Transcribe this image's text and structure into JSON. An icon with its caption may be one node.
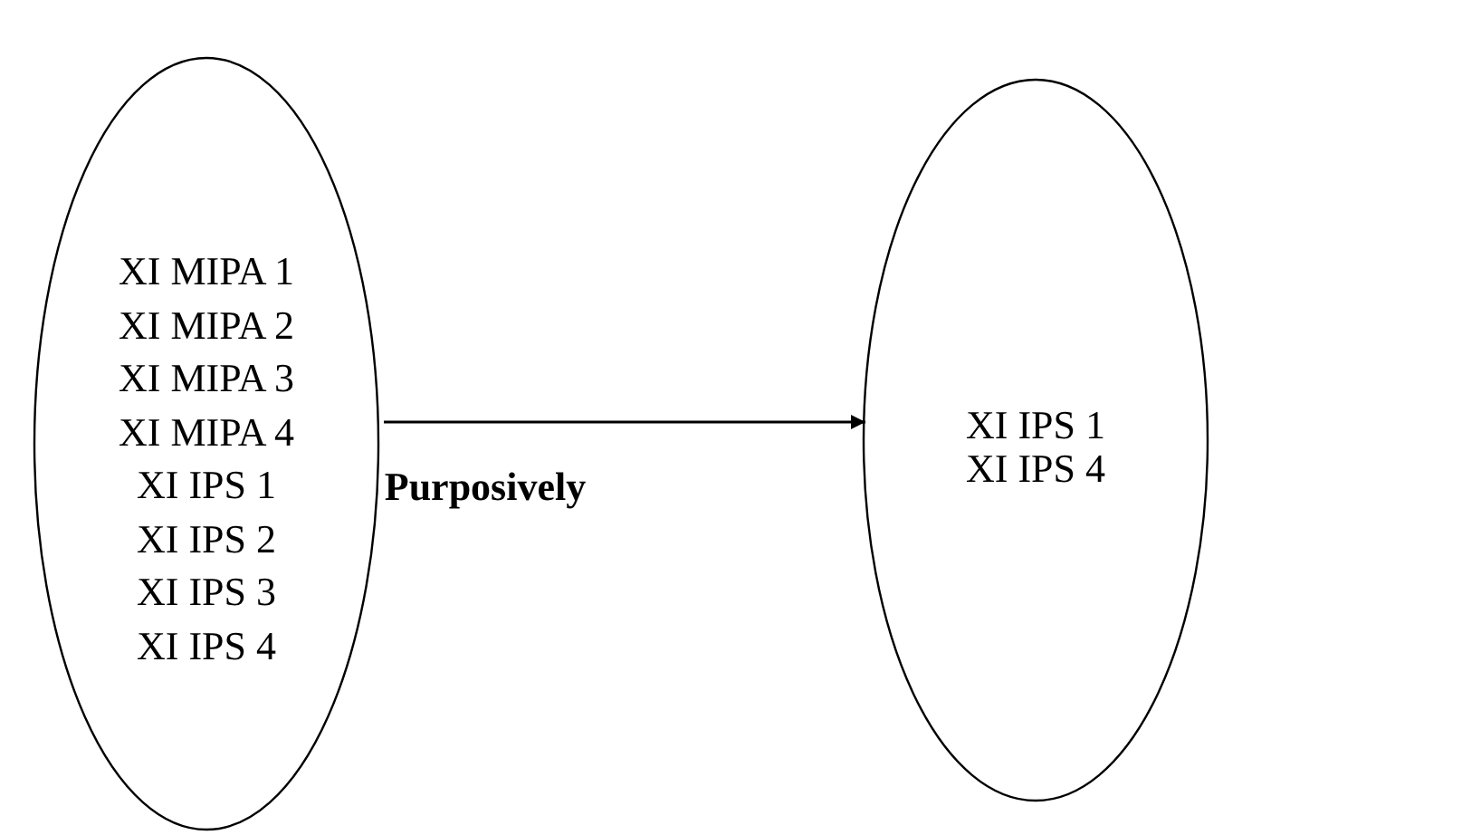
{
  "diagram": {
    "nodes": [
      {
        "text": [
          "XI MIPA 1",
          "XI MIPA 2",
          "XI MIPA 3",
          "XI MIPA 4",
          "XI IPS 1",
          "XI IPS 2",
          "XI IPS 3",
          "XI IPS 4"
        ]
      },
      {
        "text": [
          "XI IPS 1",
          "XI IPS 4"
        ]
      }
    ],
    "edges": [
      {
        "from": 0,
        "to": 1,
        "arrow": "to",
        "label": "Purposively"
      }
    ]
  }
}
